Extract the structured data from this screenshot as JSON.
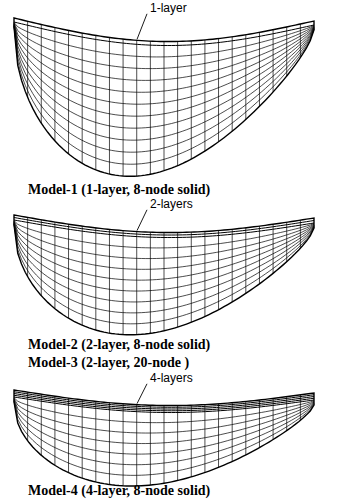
{
  "diagram": {
    "labels": [
      "1-layer",
      "Model-1 (1-layer, 8-node solid)",
      "2-layers",
      "Model-2 (2-layer, 8-node solid)",
      "Model-3 (2-layer, 20-node )",
      "4-layers",
      "Model-4 (4-layer, 8-node solid)"
    ]
  }
}
